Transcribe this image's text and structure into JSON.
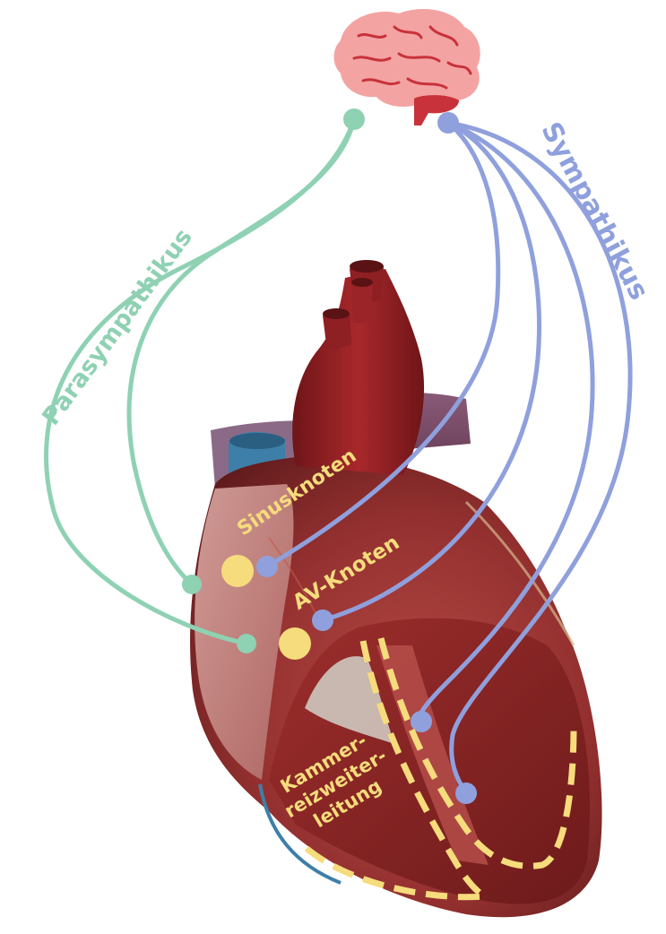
{
  "labels": {
    "parasympathikus": "Parasympathikus",
    "sympathikus": "Sympathikus",
    "sinusknoten": "Sinusknoten",
    "av_knoten": "AV-Knoten",
    "kammer_line1": "Kammer-",
    "kammer_line2": "reizweiter-",
    "kammer_line3": "leitung"
  },
  "colors": {
    "parasympathetic": "#8fd1b3",
    "sympathetic": "#8fa0dd",
    "conduction": "#f6dc7c",
    "brain": "#f4a3a3",
    "brainstem": "#c8323a",
    "heart_dark": "#7a1f22",
    "heart_mid": "#a8383a",
    "heart_light": "#c97a76",
    "vein_blue": "#3d7fa8"
  }
}
